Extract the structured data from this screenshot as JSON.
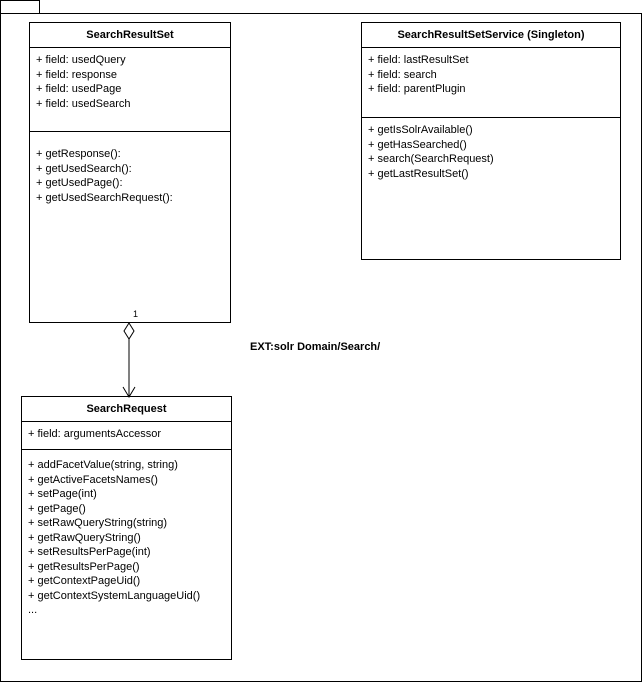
{
  "package": {
    "label": "EXT:solr Domain/Search/"
  },
  "classes": {
    "search_result_set": {
      "name": "SearchResultSet",
      "fields": [
        "+ field: usedQuery",
        "+ field: response",
        "+ field: usedPage",
        "+ field: usedSearch"
      ],
      "methods": [
        "+ getResponse():",
        "+ getUsedSearch():",
        "+ getUsedPage():",
        "+ getUsedSearchRequest():"
      ]
    },
    "search_result_set_service": {
      "name": "SearchResultSetService (Singleton)",
      "fields": [
        "+ field: lastResultSet",
        "+ field: search",
        "+ field: parentPlugin"
      ],
      "methods": [
        "+ getIsSolrAvailable()",
        "+ getHasSearched()",
        "+ search(SearchRequest)",
        "+ getLastResultSet()"
      ]
    },
    "search_request": {
      "name": "SearchRequest",
      "fields": [
        "+ field: argumentsAccessor"
      ],
      "methods": [
        "+ addFacetValue(string, string)",
        "+ getActiveFacetsNames()",
        "+ setPage(int)",
        "+ getPage()",
        "+ setRawQueryString(string)",
        "+ getRawQueryString()",
        "+ setResultsPerPage(int)",
        "+ getResultsPerPage()",
        "+ getContextPageUid()",
        "+ getContextSystemLanguageUid()",
        "..."
      ]
    }
  },
  "association": {
    "multiplicity": "1"
  }
}
